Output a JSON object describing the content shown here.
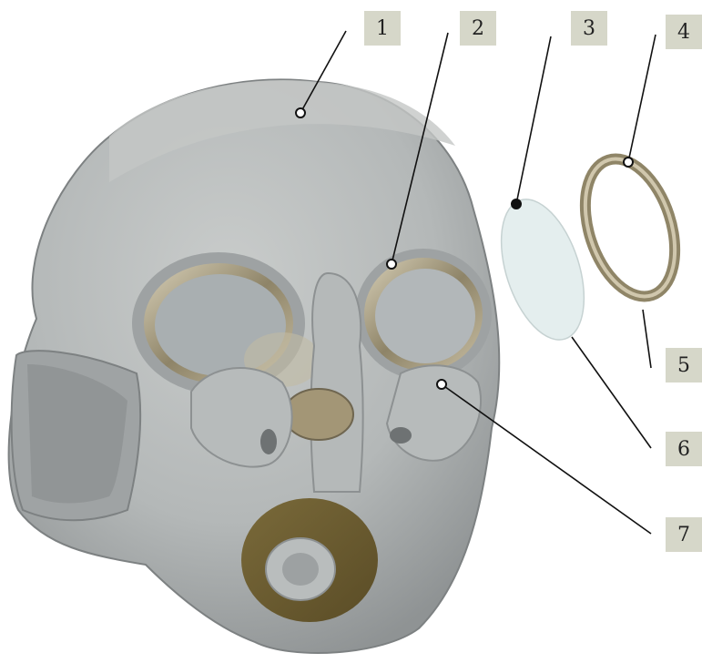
{
  "callouts": [
    {
      "id": "1",
      "label": "1"
    },
    {
      "id": "2",
      "label": "2"
    },
    {
      "id": "3",
      "label": "3"
    },
    {
      "id": "4",
      "label": "4"
    },
    {
      "id": "5",
      "label": "5"
    },
    {
      "id": "6",
      "label": "6"
    },
    {
      "id": "7",
      "label": "7"
    }
  ],
  "colors": {
    "rubber": "#b9bcbc",
    "rubber_shadow": "#8d9192",
    "metal": "#a99f84",
    "label_bg": "#d6d7c9",
    "lens": "#e4eeee",
    "leader": "#111111"
  }
}
